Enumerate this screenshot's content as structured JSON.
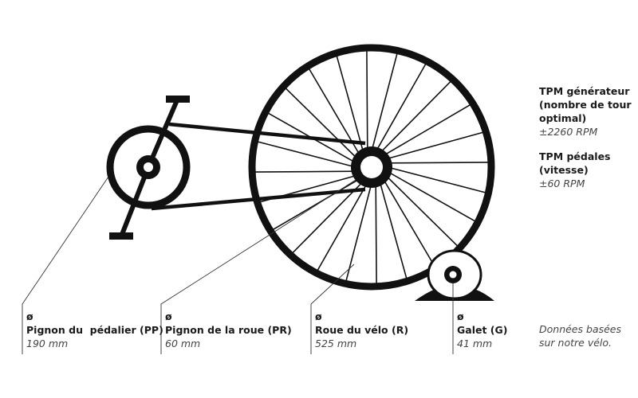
{
  "components": [
    {
      "id": "pp",
      "symbol": "ø",
      "name": "Pignon du  pédalier (PP)",
      "value": "190 mm"
    },
    {
      "id": "pr",
      "symbol": "ø",
      "name": "Pignon de la roue (PR)",
      "value": "60 mm"
    },
    {
      "id": "r",
      "symbol": "ø",
      "name": "Roue du vélo (R)",
      "value": "525 mm"
    },
    {
      "id": "g",
      "symbol": "ø",
      "name": "Galet (G)",
      "value": "41 mm"
    }
  ],
  "rpm": {
    "generator": {
      "lines": [
        "TPM générateur",
        "(nombre de tour",
        "optimal)"
      ],
      "value": "±2260 RPM"
    },
    "pedals": {
      "lines": [
        "TPM pédales",
        "(vitesse)"
      ],
      "value": "±60 RPM"
    }
  },
  "note": {
    "lines": [
      "Données basées",
      "sur notre vélo."
    ]
  },
  "colors": {
    "ink": "#111111",
    "text": "#1a1a1a",
    "muted": "#444444"
  }
}
